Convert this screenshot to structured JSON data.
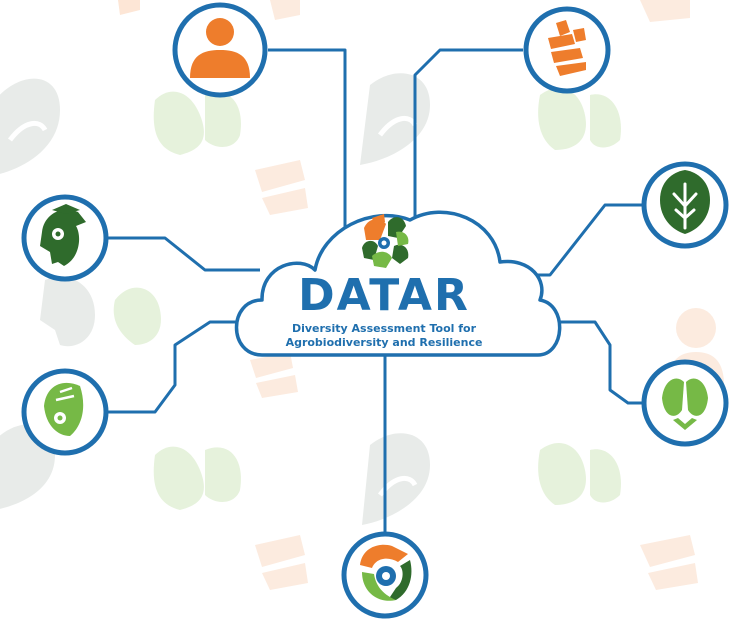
{
  "colors": {
    "line": "#1f6fae",
    "ring": "#1f6fae",
    "orange": "#ee7d2c",
    "dark_green": "#2f6b2c",
    "light_green": "#76b946",
    "blue": "#1f6fae",
    "faded_gray": "#e9ecea",
    "faded_green": "#e9f3e1",
    "faded_orange": "#fcebe0"
  },
  "hub": {
    "title": "DATAR",
    "subtitle_line1": "Diversity Assessment Tool for",
    "subtitle_line2": "Agrobiodiversity and Resilience"
  },
  "nodes": [
    {
      "name": "person-icon",
      "color": "orange"
    },
    {
      "name": "crops-icon",
      "color": "orange"
    },
    {
      "name": "bird-icon",
      "color": "dark_green"
    },
    {
      "name": "tree-icon",
      "color": "dark_green"
    },
    {
      "name": "fish-icon",
      "color": "light_green"
    },
    {
      "name": "insect-icon",
      "color": "light_green"
    },
    {
      "name": "cycle-icon",
      "color": "blue"
    }
  ]
}
